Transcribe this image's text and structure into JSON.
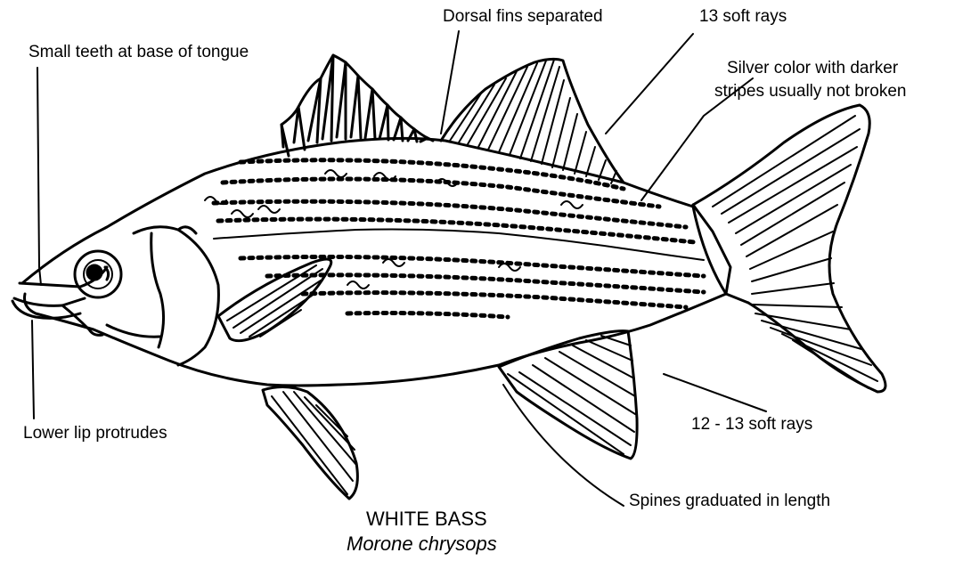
{
  "labels": {
    "dorsal": "Dorsal fins separated",
    "soft_rays_dorsal": "13 soft rays",
    "teeth": "Small teeth at base of tongue",
    "color_line1": "Silver color with darker",
    "color_line2": "stripes usually not broken",
    "lip": "Lower lip protrudes",
    "soft_rays_anal": "12 - 13 soft rays",
    "spines": "Spines graduated in length"
  },
  "title": {
    "common_name": "WHITE BASS",
    "scientific_name": "Morone chrysops"
  }
}
